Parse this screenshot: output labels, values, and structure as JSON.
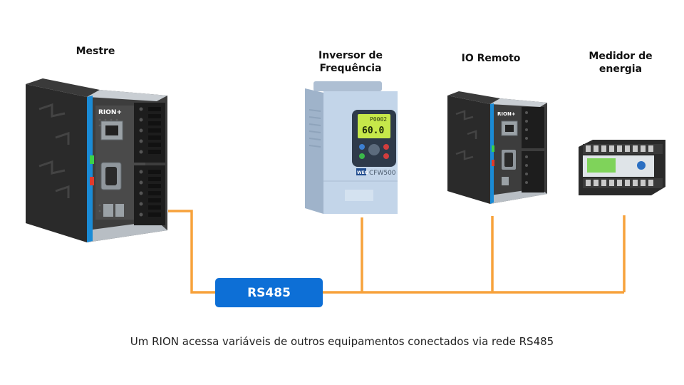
{
  "labels": {
    "master": "Mestre",
    "inverter_line1": "Inversor de",
    "inverter_line2": "Frequência",
    "remote_io": "IO Remoto",
    "meter_line1": "Medidor de",
    "meter_line2": "energia"
  },
  "bus": {
    "label": "RS485"
  },
  "caption": "Um RION acessa variáveis de outros equipamentos conectados via rede RS485",
  "device_text": {
    "rion_logo": "RION+",
    "inverter_display_top": "P0002",
    "inverter_display_main": "60.0",
    "inverter_brand": "CFW500",
    "inverter_logo": "WEG"
  },
  "colors": {
    "wire": "#f7a23b",
    "bus_badge": "#0d6fd6",
    "device_body": "#2b2b2b",
    "inverter_body": "#b9cde3",
    "lcd": "#c6e84a"
  }
}
